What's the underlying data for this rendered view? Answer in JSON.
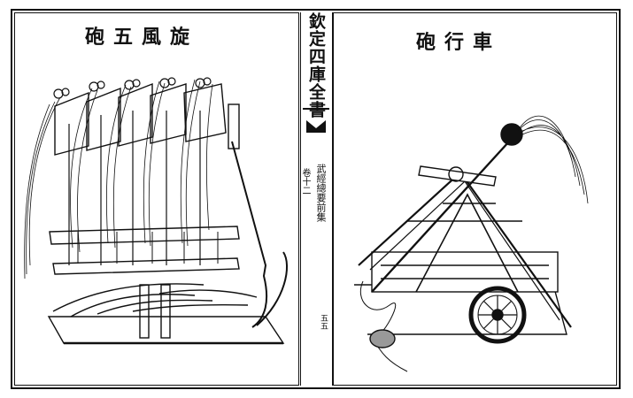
{
  "left_panel": {
    "title": "砲五風旋"
  },
  "right_panel": {
    "title": "砲行車"
  },
  "center_column": {
    "book_title": "欽定四庫全書",
    "volume": "卷十二",
    "section": "武經總要前集",
    "page_number": "五五"
  }
}
